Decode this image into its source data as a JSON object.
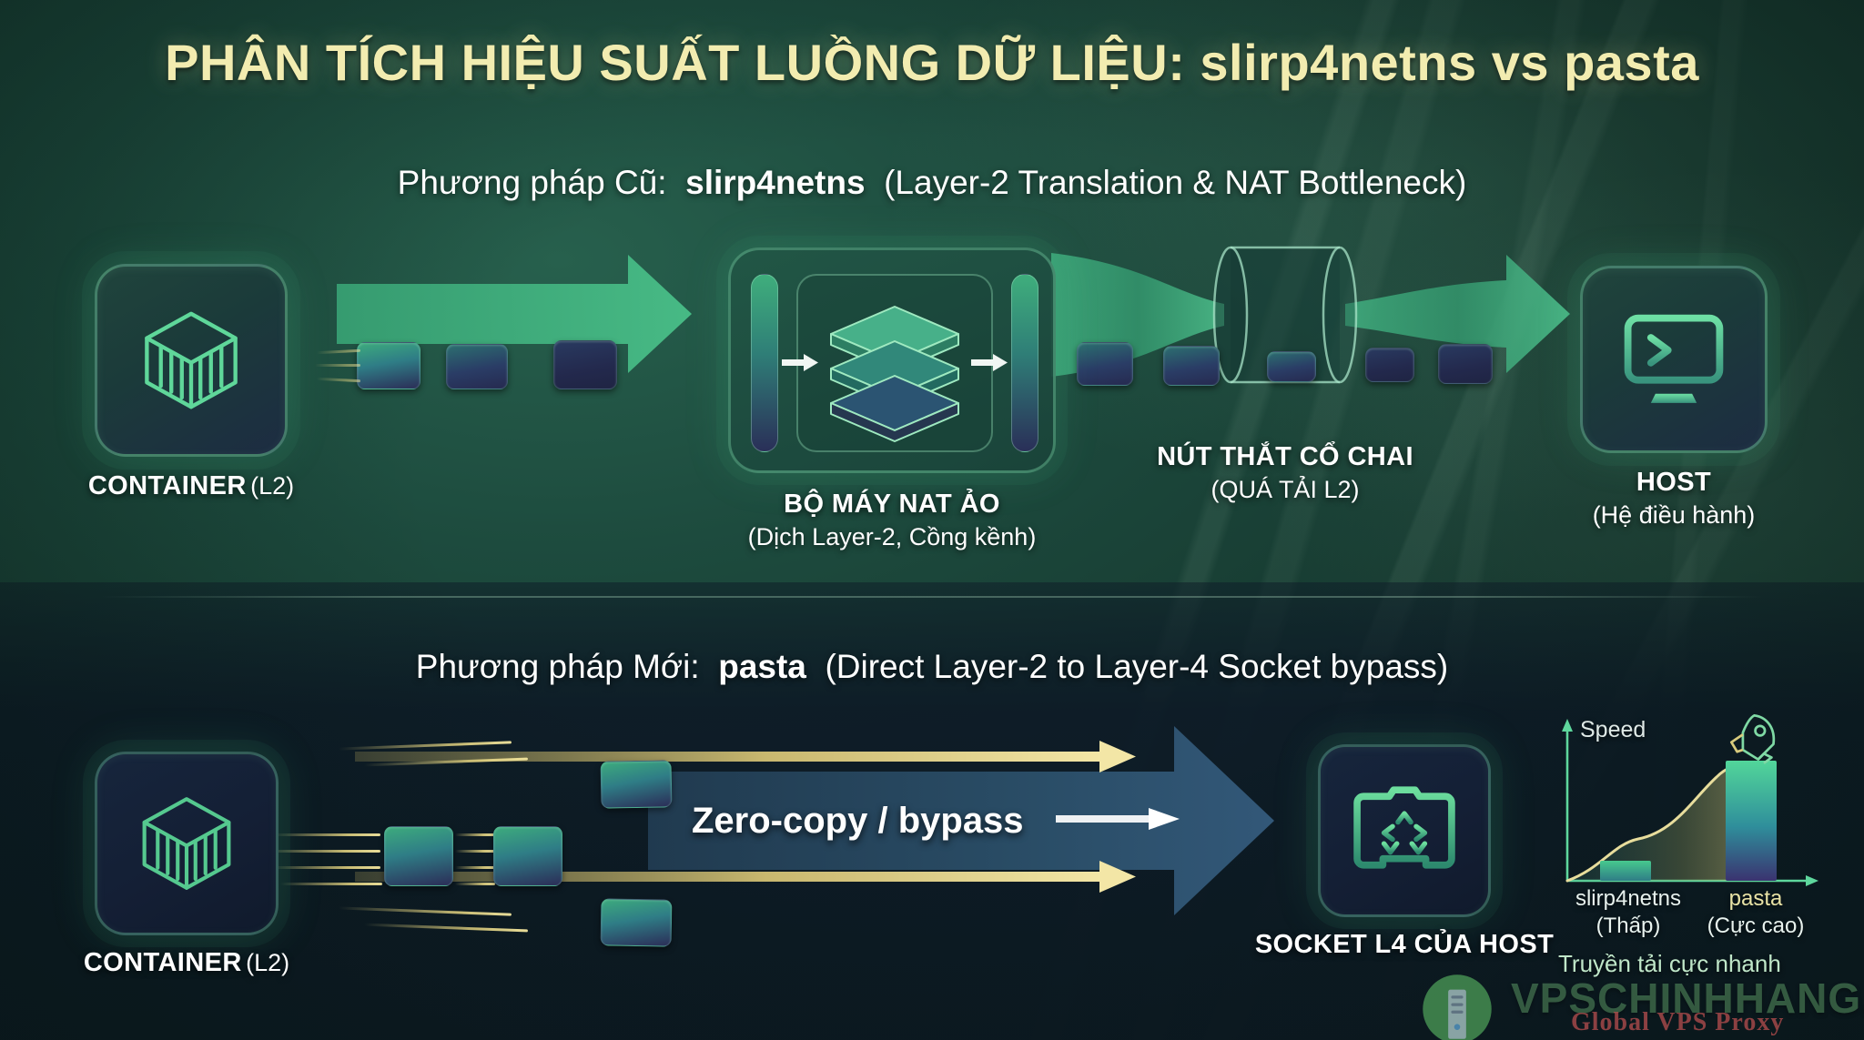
{
  "title": "PHÂN TÍCH HIỆU SUẤT LUỒNG DỮ LIỆU: slirp4netns vs pasta",
  "colors": {
    "title_gold": "#f2ecb0",
    "accent_green": "#3fae7c",
    "packet_navy": "#2b2d57",
    "arrow_blue": "#2c4a63",
    "streak_gold": "#e8d782",
    "background_green": "#1d4b3e"
  },
  "section_old": {
    "heading_prefix": "Phương pháp Cũ:",
    "heading_method": "slirp4netns",
    "heading_suffix": "(Layer-2 Translation & NAT Bottleneck)",
    "nodes": {
      "container": {
        "label": "CONTAINER",
        "sub": "(L2)",
        "icon": "container-cube-icon"
      },
      "nat_engine": {
        "label": "BỘ MÁY NAT ẢO",
        "sub": "(Dịch Layer-2, Cồng kềnh)",
        "icon": "stacked-layers-icon"
      },
      "bottleneck": {
        "label": "NÚT THẮT CỔ CHAI",
        "sub": "(QUÁ TẢI L2)",
        "icon": "funnel-cylinder-icon"
      },
      "host": {
        "label": "HOST",
        "sub": "(Hệ điều hành)",
        "icon": "terminal-monitor-icon"
      }
    }
  },
  "section_new": {
    "heading_prefix": "Phương pháp Mới:",
    "heading_method": "pasta",
    "heading_suffix": "(Direct Layer-2 to Layer-4 Socket bypass)",
    "bypass_label": "Zero-copy / bypass",
    "nodes": {
      "container": {
        "label": "CONTAINER",
        "sub": "(L2)",
        "icon": "container-cube-icon"
      },
      "socket": {
        "label": "SOCKET L4 CỦA HOST",
        "icon": "ethernet-socket-arrows-icon"
      }
    },
    "footnote": "Truyền tải cực nhanh"
  },
  "chart_data": {
    "type": "bar",
    "title": "",
    "ylabel": "Speed",
    "xlabel": "",
    "categories": [
      "slirp4netns",
      "pasta"
    ],
    "category_sublabels": [
      "(Thấp)",
      "(Cực cao)"
    ],
    "values": [
      12,
      88
    ],
    "ylim": [
      0,
      100
    ],
    "grid": false,
    "legend": "none",
    "annotations": [
      "rocket-icon"
    ],
    "overlay_curve": {
      "type": "area",
      "description": "S-curve rising from low to high"
    }
  },
  "watermark": {
    "domain": "VPSCHINHHANG.COM",
    "tagline": "Global VPS Proxy",
    "logo_icon": "server-circle-icon"
  }
}
